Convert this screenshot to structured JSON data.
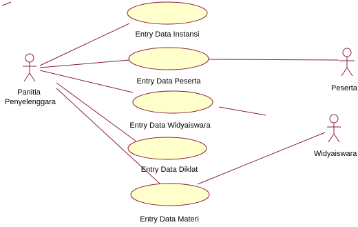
{
  "colors": {
    "line": "#8a1f3b",
    "usecase_fill": "#ffffcc",
    "text": "#000000",
    "background": "#ffffff"
  },
  "actors": {
    "panitia": {
      "label_line1": "Panitia",
      "label_line2": "Penyelenggara"
    },
    "peserta": {
      "label": "Peserta"
    },
    "widyaiswara": {
      "label": "Widyaiswara"
    }
  },
  "use_cases": {
    "instansi": {
      "label": "Entry Data Instansi"
    },
    "peserta": {
      "label": "Entry Data Peserta"
    },
    "widyaiswara": {
      "label": "Entry Data Widyaiswara"
    },
    "diklat": {
      "label": "Entry Data Diklat"
    },
    "materi": {
      "label": "Entry Data Materi"
    }
  }
}
